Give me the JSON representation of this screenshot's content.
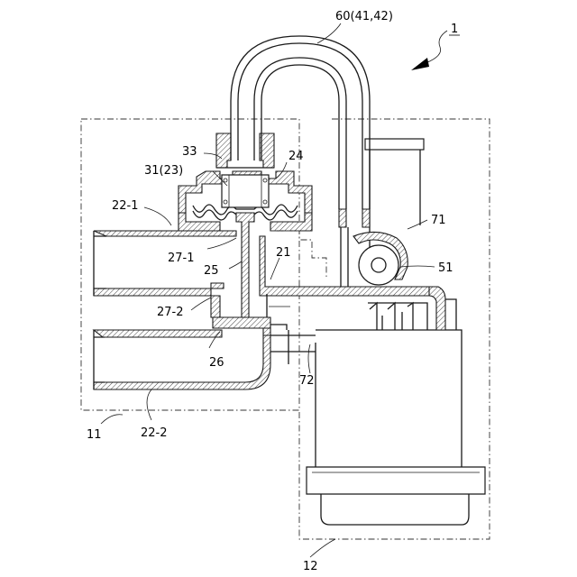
{
  "labels": {
    "ref_1": "1",
    "ref_60": "60(41,42)",
    "ref_33": "33",
    "ref_31": "31(23)",
    "ref_24": "24",
    "ref_22_1": "22-1",
    "ref_71": "71",
    "ref_27_1": "27-1",
    "ref_21": "21",
    "ref_51": "51",
    "ref_25": "25",
    "ref_27_2": "27-2",
    "ref_26": "26",
    "ref_72": "72",
    "ref_11": "11",
    "ref_22_2": "22-2",
    "ref_12": "12"
  },
  "colors": {
    "line": "#1a1a1a",
    "background": "#ffffff"
  }
}
